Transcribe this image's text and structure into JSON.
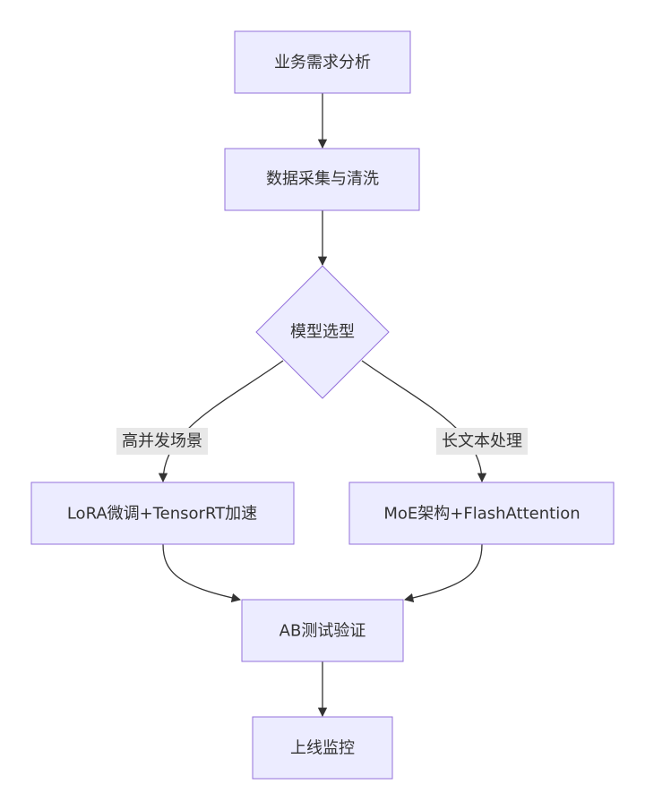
{
  "nodes": {
    "requirements": "业务需求分析",
    "data_prep": "数据采集与清洗",
    "model_select": "模型选型",
    "lora": "LoRA微调+TensorRT加速",
    "moe": "MoE架构+FlashAttention",
    "ab_test": "AB测试验证",
    "monitor": "上线监控"
  },
  "edges": {
    "high_concurrency": "高并发场景",
    "long_text": "长文本处理"
  },
  "colors": {
    "node_fill": "#ececff",
    "node_stroke": "#9370db",
    "edge": "#333333",
    "label_bg": "#e8e8e8"
  }
}
